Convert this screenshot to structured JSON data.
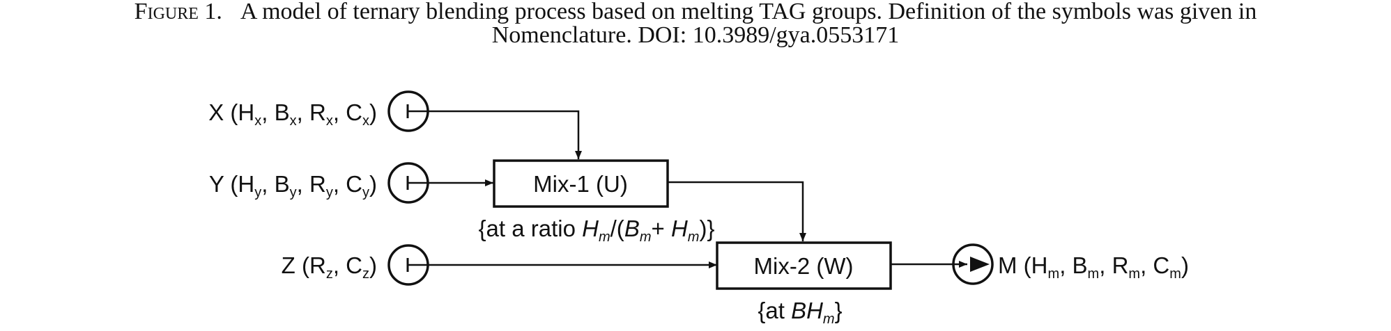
{
  "caption": {
    "label": "Figure 1.",
    "line1": "A model of ternary blending process based on melting TAG groups. Definition of the symbols was given in",
    "line2": "Nomenclature. DOI: 10.3989/gya.0553171"
  },
  "inputs": {
    "x": {
      "letter": "X",
      "open": " (",
      "v1": "H",
      "s1": "x",
      "v2": "B",
      "s2": "x",
      "v3": "R",
      "s3": "x",
      "v4": "C",
      "s4": "x",
      "sep": ", ",
      "close": ")"
    },
    "y": {
      "letter": "Y",
      "open": " (",
      "v1": "H",
      "s1": "y",
      "v2": "B",
      "s2": "y",
      "v3": "R",
      "s3": "y",
      "v4": "C",
      "s4": "y",
      "sep": ", ",
      "close": ")"
    },
    "z": {
      "letter": "Z",
      "open": " (",
      "v1": "R",
      "s1": "z",
      "v2": "C",
      "s2": "z",
      "sep": ", ",
      "close": ")"
    }
  },
  "mix1": {
    "label": "Mix-1 (U)",
    "cond": {
      "pre": "{at a ratio ",
      "h1": "H",
      "m1": "m",
      "slash": "/(",
      "b": "B",
      "m2": "m",
      "plus": "+ ",
      "h2": "H",
      "m3": "m",
      "post": ")}"
    }
  },
  "mix2": {
    "label": "Mix-2 (W)",
    "cond": {
      "pre": "{at ",
      "bh": "BH",
      "m": "m",
      "post": "}"
    }
  },
  "output": {
    "letter": "M",
    "open": " (",
    "v1": "H",
    "s1": "m",
    "v2": "B",
    "s2": "m",
    "v3": "R",
    "s3": "m",
    "v4": "C",
    "s4": "m",
    "sep": ", ",
    "close": ")"
  }
}
